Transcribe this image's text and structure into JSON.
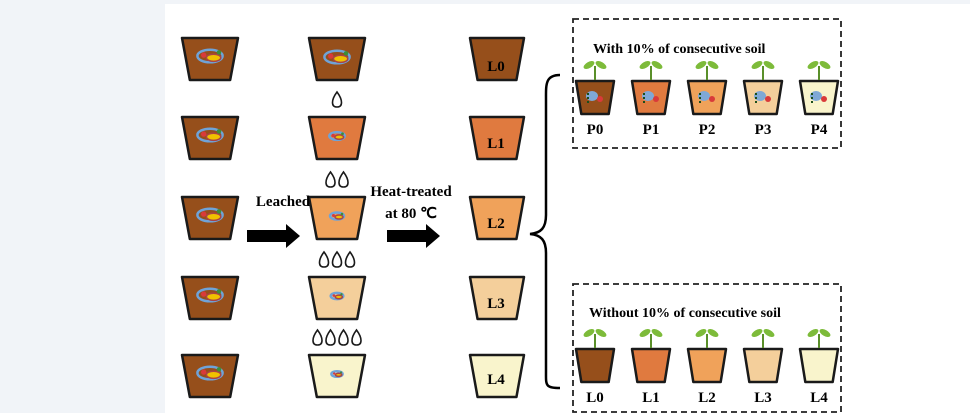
{
  "diagram": {
    "leach_label": "Leached",
    "heat_label_line1": "Heat-treated",
    "heat_label_line2": "at 80 ℃",
    "box_with_title": "With 10% of consecutive soil",
    "box_without_title": "Without 10% of consecutive soil",
    "treatments": [
      "L0",
      "L1",
      "L2",
      "L3",
      "L4"
    ],
    "pot_labels": [
      "P0",
      "P1",
      "P2",
      "P3",
      "P4"
    ],
    "bottom_labels": [
      "L0",
      "L1",
      "L2",
      "L3",
      "L4"
    ],
    "drops_per_row": [
      0,
      1,
      2,
      3,
      4
    ]
  },
  "colors": {
    "soil": [
      "#964f1b",
      "#e07a3f",
      "#f0a25a",
      "#f4cf9b",
      "#f9f4cc"
    ],
    "outline": "#1a1a1a",
    "leaf": "#7dbb3a"
  }
}
